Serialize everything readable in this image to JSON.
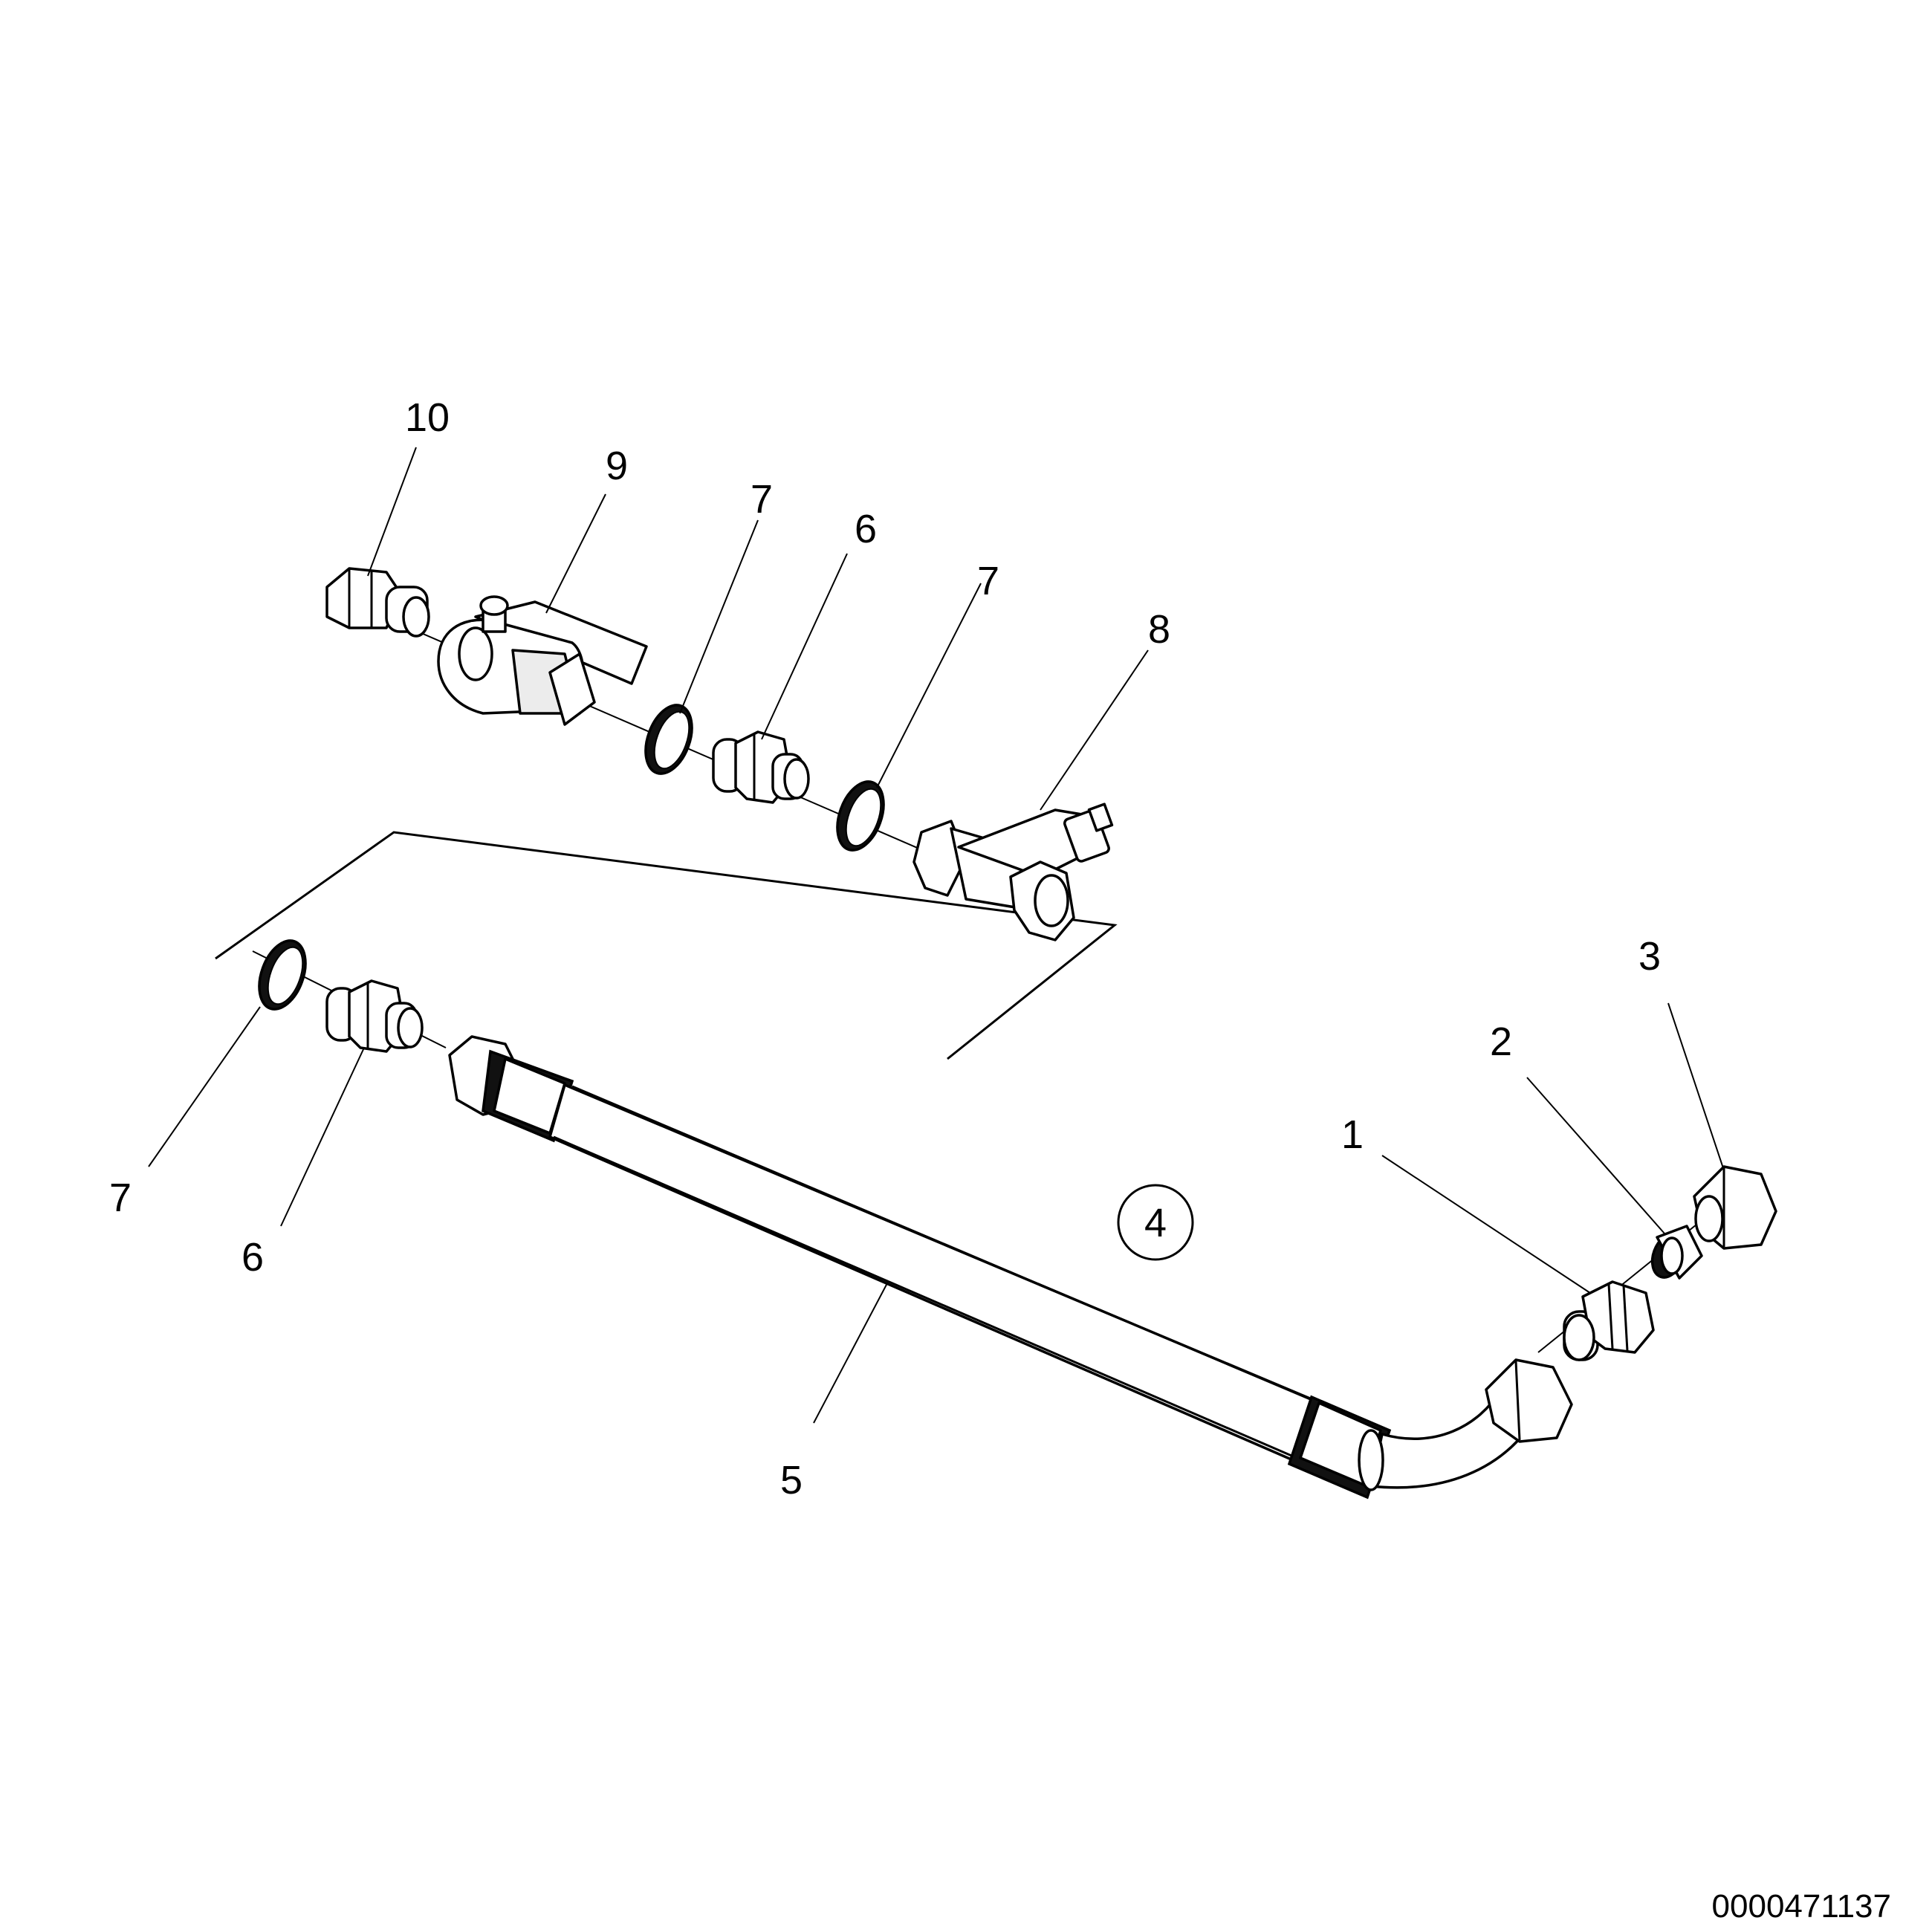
{
  "callouts": {
    "c1": "1",
    "c2": "2",
    "c3": "3",
    "c4": "4",
    "c5": "5",
    "c6a": "6",
    "c6b": "6",
    "c7a": "7",
    "c7b": "7",
    "c7c": "7",
    "c8": "8",
    "c9": "9",
    "c10": "10"
  },
  "document_number": "0000471137"
}
